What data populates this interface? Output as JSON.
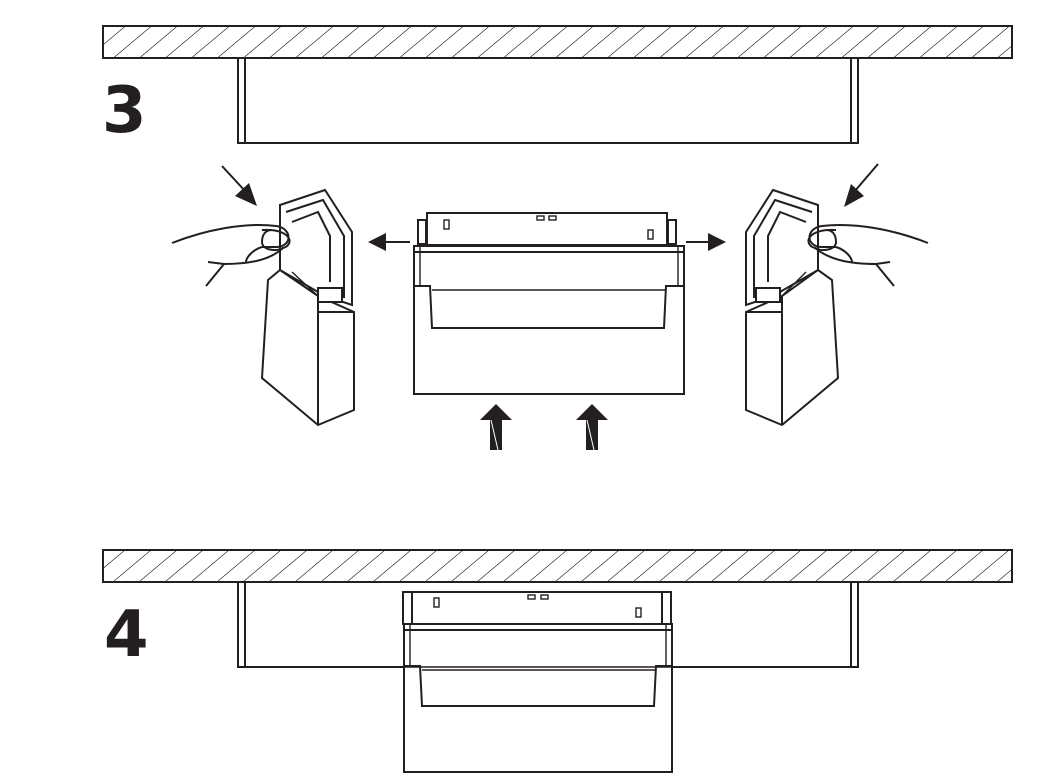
{
  "steps": [
    {
      "number": "3"
    },
    {
      "number": "4"
    }
  ],
  "colors": {
    "line": "#231f20",
    "background": "#ffffff"
  },
  "icons": [
    "hatched-ceiling",
    "mounting-channel",
    "end-cap",
    "hand",
    "arrow-down-right",
    "arrow-down-left",
    "arrow-left",
    "arrow-right",
    "arrow-up"
  ]
}
